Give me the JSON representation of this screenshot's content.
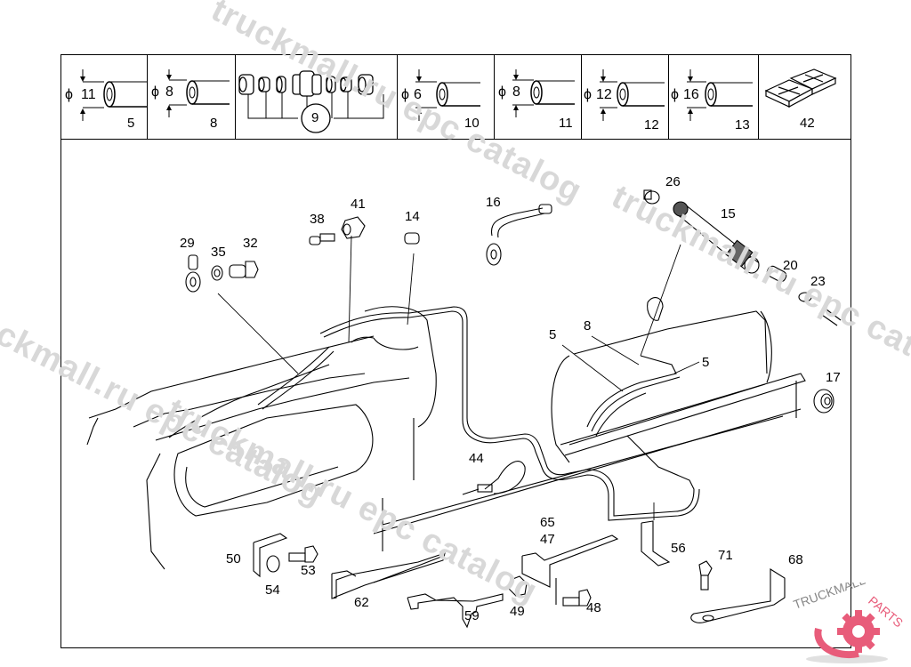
{
  "header_cells": [
    {
      "id": "pipe-11",
      "diameter_symbol": "ϕ",
      "diameter": "11",
      "part_number": "5"
    },
    {
      "id": "pipe-8",
      "diameter_symbol": "ϕ",
      "diameter": "8",
      "part_number": "8"
    },
    {
      "id": "fittings-kit",
      "part_number": "9"
    },
    {
      "id": "pipe-6",
      "diameter_symbol": "ϕ",
      "diameter": "6",
      "part_number": "10"
    },
    {
      "id": "pipe-8b",
      "diameter_symbol": "ϕ",
      "diameter": "8",
      "part_number": "11"
    },
    {
      "id": "pipe-12",
      "diameter_symbol": "ϕ",
      "diameter": "12",
      "part_number": "12"
    },
    {
      "id": "pipe-16",
      "diameter_symbol": "ϕ",
      "diameter": "16",
      "part_number": "13"
    },
    {
      "id": "pad",
      "part_number": "42"
    }
  ],
  "callouts": {
    "p29": "29",
    "p35": "35",
    "p32": "32",
    "p38": "38",
    "p41": "41",
    "p14": "14",
    "p16": "16",
    "p26": "26",
    "p15": "15",
    "p20": "20",
    "p23": "23",
    "p5a": "5",
    "p8": "8",
    "p5b": "5",
    "p17": "17",
    "p44": "44",
    "p65": "65",
    "p47": "47",
    "p56": "56",
    "p71": "71",
    "p68": "68",
    "p50": "50",
    "p53": "53",
    "p54": "54",
    "p62": "62",
    "p59": "59",
    "p49": "49",
    "p48": "48"
  },
  "watermarks": [
    "truckmall.ru epc catalog",
    "truckmall.ru epc catalog",
    "truckmall.ru epc catalog",
    "truckmall.ru epc catalog"
  ],
  "logo": {
    "text": "TRUCKMALLPARTS",
    "text_left": "TRUCKMALL",
    "text_right": "PARTS",
    "accent_color": "#e85c7a",
    "text_color": "#888888"
  }
}
